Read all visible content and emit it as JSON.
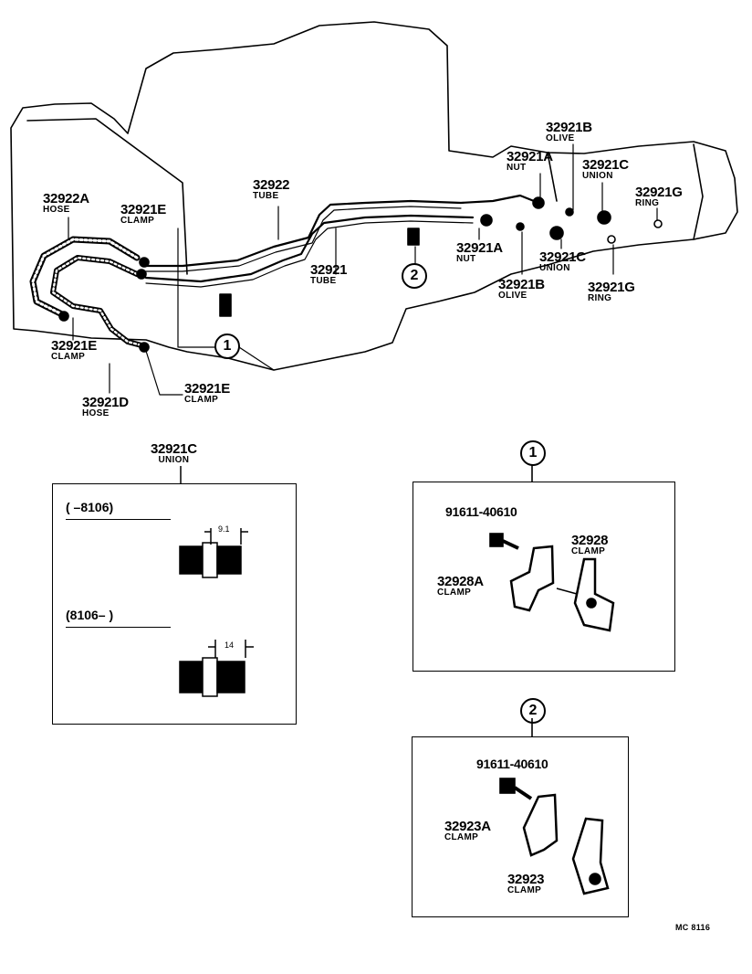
{
  "callouts": {
    "c1": "1",
    "c2": "2"
  },
  "labels": {
    "l32922A": {
      "pn": "32922A",
      "name": "HOSE"
    },
    "l32921E_top": {
      "pn": "32921E",
      "name": "CLAMP"
    },
    "l32922": {
      "pn": "32922",
      "name": "TUBE"
    },
    "l32921": {
      "pn": "32921",
      "name": "TUBE"
    },
    "l32921B_top": {
      "pn": "32921B",
      "name": "OLIVE"
    },
    "l32921A_top": {
      "pn": "32921A",
      "name": "NUT"
    },
    "l32921C_top": {
      "pn": "32921C",
      "name": "UNION"
    },
    "l32921G_top": {
      "pn": "32921G",
      "name": "RING"
    },
    "l32921A_mid": {
      "pn": "32921A",
      "name": "NUT"
    },
    "l32921C_mid": {
      "pn": "32921C",
      "name": "UNION"
    },
    "l32921B_mid": {
      "pn": "32921B",
      "name": "OLIVE"
    },
    "l32921G_mid": {
      "pn": "32921G",
      "name": "RING"
    },
    "l32921E_left": {
      "pn": "32921E",
      "name": "CLAMP"
    },
    "l32921E_bot": {
      "pn": "32921E",
      "name": "CLAMP"
    },
    "l32921D": {
      "pn": "32921D",
      "name": "HOSE"
    }
  },
  "union_box": {
    "title_pn": "32921C",
    "title_name": "UNION",
    "range1": "(      –8106)",
    "dim1": "9.1",
    "range2": "(8106–      )",
    "dim2": "14"
  },
  "box1": {
    "bolt_pn": "91611-40610",
    "clamp_a_pn": "32928A",
    "clamp_a_name": "CLAMP",
    "clamp_b_pn": "32928",
    "clamp_b_name": "CLAMP"
  },
  "box2": {
    "bolt_pn": "91611-40610",
    "clamp_a_pn": "32923A",
    "clamp_a_name": "CLAMP",
    "clamp_b_pn": "32923",
    "clamp_b_name": "CLAMP"
  },
  "footer_code": "MC 8116"
}
